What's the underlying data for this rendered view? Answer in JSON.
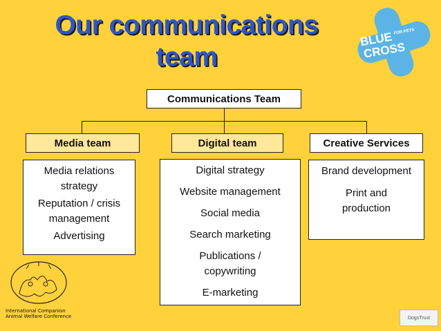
{
  "title": {
    "line1": "Our communications",
    "line2": "team"
  },
  "root": "Communications Team",
  "teams": [
    {
      "name": "Media team",
      "items": [
        "Media relations strategy",
        "Reputation / crisis management",
        "Advertising"
      ]
    },
    {
      "name": "Digital team",
      "items": [
        "Digital strategy",
        "Website management",
        "Social media",
        "Search marketing",
        "Publications / copywriting",
        "E-marketing"
      ]
    },
    {
      "name": "Creative Services",
      "items": [
        "Brand development",
        "Print and production"
      ]
    }
  ],
  "logos": {
    "blue_cross": {
      "blue": "BLUE",
      "for_pets": "FOR PETS",
      "cross": "CROSS"
    },
    "conference": {
      "line1": "International Companion",
      "line2": "Animal Welfare Conference"
    },
    "dogs_trust": "DogsTrust"
  },
  "colors": {
    "background": "#FFD13A",
    "title": "#2E56C8",
    "header_fill": "#FFE899",
    "cross_blue": "#5BB4E5"
  }
}
